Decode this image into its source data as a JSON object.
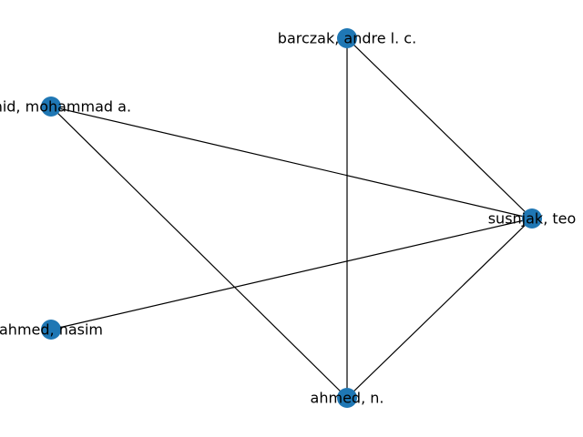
{
  "graph": {
    "node_color": "#1f77b4",
    "edge_color": "#000000",
    "nodes": [
      {
        "id": "barczak",
        "label": "barczak, andre l. c."
      },
      {
        "id": "rashid",
        "label": "rashid, mohammad a."
      },
      {
        "id": "susnjak",
        "label": "susnjak, teo"
      },
      {
        "id": "ahmed_nasim",
        "label": "ahmed, nasim"
      },
      {
        "id": "ahmed_n",
        "label": "ahmed, n."
      }
    ],
    "edges": [
      {
        "source": "barczak",
        "target": "susnjak"
      },
      {
        "source": "barczak",
        "target": "ahmed_n"
      },
      {
        "source": "rashid",
        "target": "susnjak"
      },
      {
        "source": "rashid",
        "target": "ahmed_n"
      },
      {
        "source": "susnjak",
        "target": "ahmed_nasim"
      },
      {
        "source": "susnjak",
        "target": "ahmed_n"
      }
    ]
  }
}
